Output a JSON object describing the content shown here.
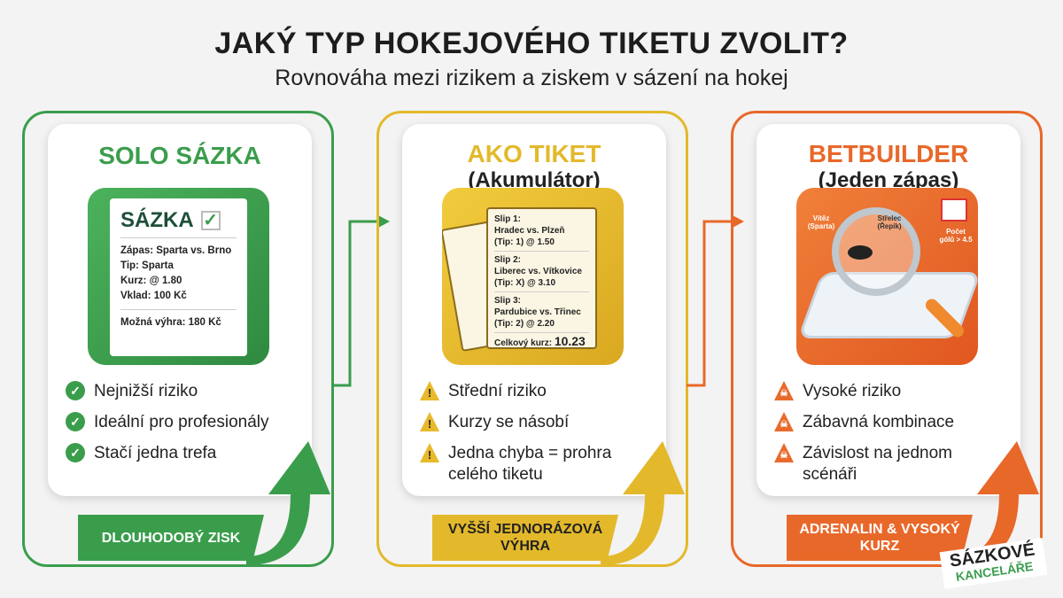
{
  "header": {
    "title": "JAKÝ TYP HOKEJOVÉHO TIKETU ZVOLIT?",
    "subtitle": "Rovnováha mezi rizikem a ziskem v sázení na hokej"
  },
  "colors": {
    "green": "#3a9d4c",
    "yellow": "#e3b92b",
    "orange": "#e8682a"
  },
  "columns": [
    {
      "title": "SOLO SÁZKA",
      "subtitle": "",
      "image": {
        "heading": "SÁZKA",
        "lines": [
          "Zápas: Sparta vs. Brno",
          "Tip: Sparta",
          "Kurz: @ 1.80",
          "Vklad: 100 Kč"
        ],
        "footer": "Možná výhra: 180 Kč"
      },
      "bullet_icon": "check-circle-icon",
      "bullets": [
        "Nejnižší riziko",
        "Ideální pro profesionály",
        "Stačí jedna trefa"
      ],
      "banner": "DLOUHODOBÝ ZISK"
    },
    {
      "title": "AKO TIKET",
      "subtitle": "(Akumulátor)",
      "image": {
        "slips": [
          {
            "label": "Slip 1:",
            "match": "Hradec vs. Plzeň",
            "tip": "(Tip: 1) @ 1.50"
          },
          {
            "label": "Slip 2:",
            "match": "Liberec vs. Vítkovice",
            "tip": "(Tip: X) @ 3.10"
          },
          {
            "label": "Slip 3:",
            "match": "Pardubice vs. Třinec",
            "tip": "(Tip: 2) @ 2.20"
          }
        ],
        "total_label": "Celkový kurz:",
        "total": "10.23"
      },
      "bullet_icon": "warning-icon",
      "bullets": [
        "Střední riziko",
        "Kurzy se násobí",
        "Jedna chyba = prohra celého tiketu"
      ],
      "banner": "VYŠŠÍ JEDNORÁZOVÁ VÝHRA"
    },
    {
      "title": "BETBUILDER",
      "subtitle": "(Jeden zápas)",
      "image": {
        "labels": [
          "Vítěz (Sparta)",
          "Střelec (Řepík)",
          "Počet gólů > 4.5"
        ]
      },
      "bullet_icon": "skull-warning-icon",
      "bullets": [
        "Vysoké riziko",
        "Zábavná kombinace",
        "Závislost na jednom scénáři"
      ],
      "banner": "ADRENALIN & VYSOKÝ KURZ"
    }
  ],
  "logo": {
    "line1": "SÁZKOVÉ",
    "line2": "KANCELÁŘE"
  }
}
